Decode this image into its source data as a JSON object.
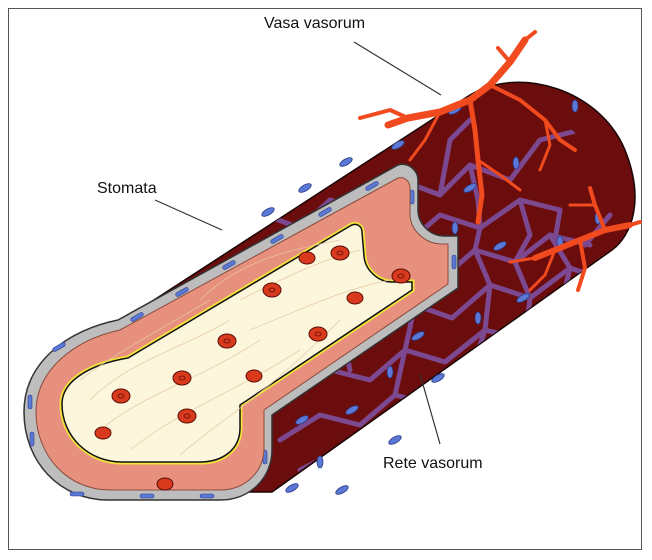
{
  "labels": {
    "vasa_vasorum": "Vasa vasorum",
    "stomata": "Stomata",
    "rete_vasorum": "Rete vasorum"
  },
  "colors": {
    "adventitia": "#6b0d0d",
    "media": "#e8907e",
    "intima_outline": "#f2e43a",
    "lumen": "#fbf6dc",
    "outer_membrane": "#b0b0b0",
    "rete_network": "#7f54a8",
    "cell_nuclei": "#5b78d4",
    "blood_cell": "#d93a1e",
    "vasa_vessels": "#f04a1e"
  }
}
